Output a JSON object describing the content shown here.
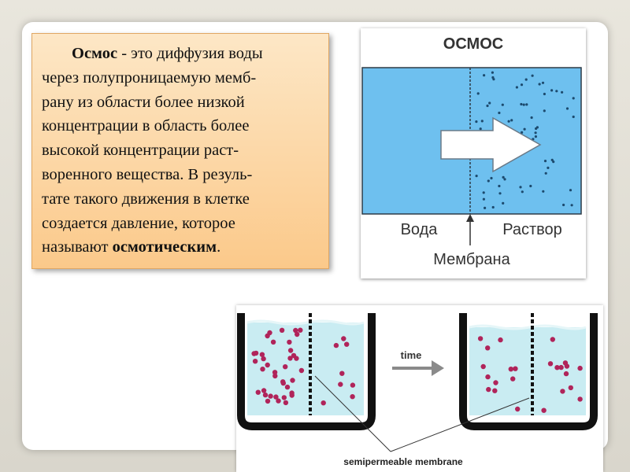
{
  "definition": {
    "term": "Осмос",
    "line1_rest": " - это диффузия воды",
    "line2": "через полупроницаемую мемб-",
    "line3": "рану из области более низкой",
    "line4": "концентрации в область более",
    "line5": "высокой концентрации  раст-",
    "line6": "воренного вещества. В резуль-",
    "line7": "тате такого движения в клетке",
    "line8": "создается  давление, которое",
    "line9_start": "называют ",
    "line9_bold": "осмотическим",
    "line9_end": "."
  },
  "osmos_diagram": {
    "title": "ОСМОС",
    "label_water": "Вода",
    "label_solution": "Раствор",
    "label_membrane": "Мембрана",
    "colors": {
      "water": "#6ec0ef",
      "solution_dots": "#1c4a6e",
      "arrow_fill": "#ffffff",
      "outline": "#2f3b47"
    }
  },
  "time_diagram": {
    "time_label": "time",
    "membrane_label": "semipermeable membrane",
    "colors": {
      "liquid": "#c9ecf2",
      "particles": "#b0245a",
      "container": "#111111",
      "arrow": "#8a8a8a"
    }
  }
}
